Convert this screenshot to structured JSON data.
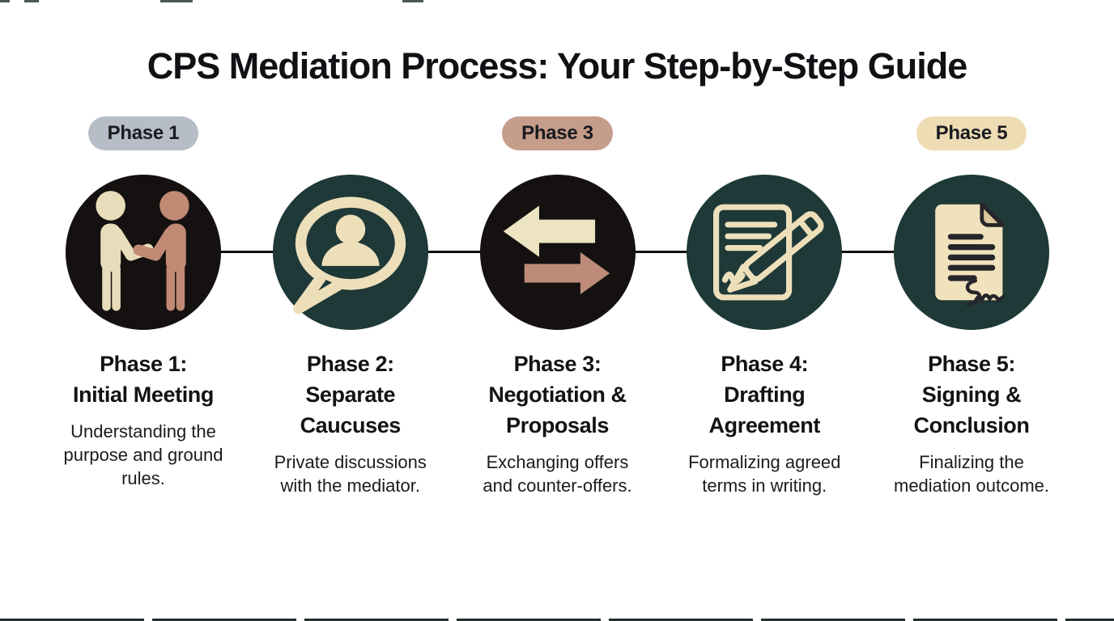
{
  "page": {
    "title": "CPS Mediation Process: Your Step-by-Step Guide",
    "background_color": "#ffffff",
    "connector_color": "#0e0e0e",
    "edge_artifact_color": "#20302e"
  },
  "phases": [
    {
      "badge": {
        "label": "Phase 1",
        "bg_color": "#b6bdc7"
      },
      "icon": "handshake-icon",
      "circle_color": "#141110",
      "icon_colors": {
        "primary": "#e9dcba",
        "secondary": "#c08a74"
      },
      "title_lines": [
        "Phase 1:",
        "Initial Meeting",
        ""
      ],
      "description_lines": [
        "Understanding the",
        "purpose and ground",
        "rules."
      ]
    },
    {
      "badge": null,
      "icon": "chat-person-icon",
      "circle_color": "#1e3937",
      "icon_colors": {
        "primary": "#ecdfba",
        "secondary": ""
      },
      "title_lines": [
        "Phase 2:",
        "Separate",
        "Caucuses"
      ],
      "description_lines": [
        "Private discussions",
        "with the mediator.",
        ""
      ]
    },
    {
      "badge": {
        "label": "Phase 3",
        "bg_color": "#c69c8b"
      },
      "icon": "exchange-arrows-icon",
      "circle_color": "#141110",
      "icon_colors": {
        "primary": "#ede4c2",
        "secondary": "#bd8b78"
      },
      "title_lines": [
        "Phase 3:",
        "Negotiation &",
        "Proposals"
      ],
      "description_lines": [
        "Exchanging offers",
        "and counter-offers.",
        ""
      ]
    },
    {
      "badge": null,
      "icon": "document-pen-icon",
      "circle_color": "#1e3937",
      "icon_colors": {
        "primary": "#ecdfba",
        "secondary": ""
      },
      "title_lines": [
        "Phase 4:",
        "Drafting",
        "Agreement"
      ],
      "description_lines": [
        "Formalizing agreed",
        "terms in writing.",
        ""
      ]
    },
    {
      "badge": {
        "label": "Phase 5",
        "bg_color": "#eedcb5"
      },
      "icon": "signed-document-icon",
      "circle_color": "#1e3937",
      "icon_colors": {
        "primary": "#f0e2bd",
        "secondary": "#26262a"
      },
      "title_lines": [
        "Phase 5:",
        "Signing &",
        "Conclusion"
      ],
      "description_lines": [
        "Finalizing the",
        "mediation outcome.",
        ""
      ]
    }
  ]
}
